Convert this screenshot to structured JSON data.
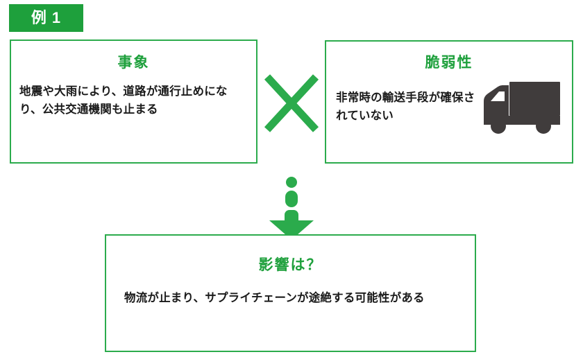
{
  "page": {
    "title": "例 1",
    "background_color": "#ffffff",
    "accent_green": "#1ea03c",
    "border_green": "#2bab4c",
    "text_color": "#1a1a1a",
    "icon_gray": "#403c3c"
  },
  "badge": {
    "label": "例 1"
  },
  "cards": {
    "event": {
      "title": "事象",
      "body": "地震や大雨により、道路が通行止めになり、公共交通機関も止まる"
    },
    "vulnerability": {
      "title": "脆弱性",
      "body": "非常時の輸送手段が確保されていない",
      "icon": "truck-icon"
    },
    "impact": {
      "title": "影響は？",
      "body": "物流が止まり、サプライチェーンが途絶する可能性がある"
    }
  },
  "connectors": {
    "multiply": {
      "icon": "multiply-icon",
      "symbol": "×",
      "color": "#2bab4c"
    },
    "arrow": {
      "icon": "down-arrow-icon",
      "direction": "down",
      "color": "#2bab4c"
    }
  }
}
